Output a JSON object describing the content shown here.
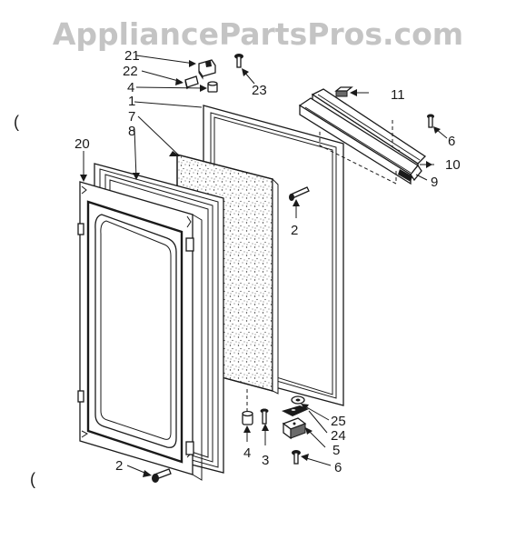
{
  "watermark": "AppliancePartsPros.com",
  "callouts": {
    "c21": "21",
    "c22": "22",
    "c4_top": "4",
    "c1": "1",
    "c7": "7",
    "c8": "8",
    "c20": "20",
    "c23": "23",
    "c11": "11",
    "c6_top": "6",
    "c10": "10",
    "c9": "9",
    "c2_mid": "2",
    "c25": "25",
    "c24": "24",
    "c5": "5",
    "c6_bottom": "6",
    "c4_bottom": "4",
    "c3": "3",
    "c2_bottom": "2"
  },
  "margin_marks": {
    "top": "(",
    "bottom": "("
  }
}
